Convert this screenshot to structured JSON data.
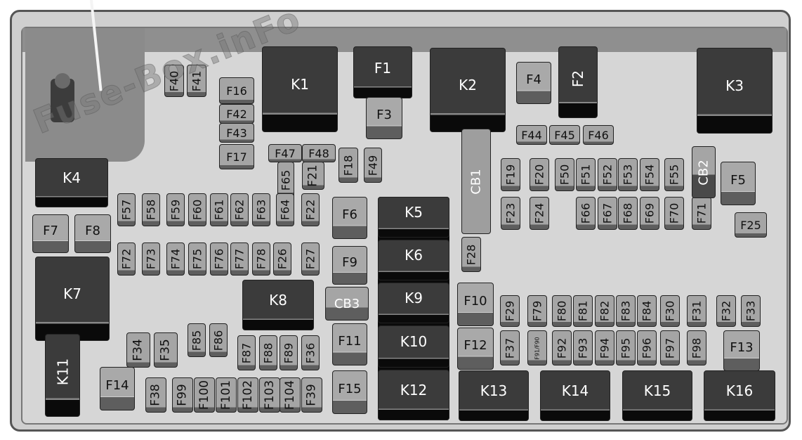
{
  "watermark": "Fuse-Box.inFo",
  "labels": {
    "K1": "K1",
    "K2": "K2",
    "K3": "K3",
    "K4": "K4",
    "K5": "K5",
    "K6": "K6",
    "K7": "K7",
    "K8": "K8",
    "K9": "K9",
    "K10": "K10",
    "K11": "K11",
    "K12": "K12",
    "K13": "K13",
    "K14": "K14",
    "K15": "K15",
    "K16": "K16",
    "F1": "F1",
    "F2": "F2",
    "F3": "F3",
    "F4": "F4",
    "F5": "F5",
    "F6": "F6",
    "F7": "F7",
    "F8": "F8",
    "F9": "F9",
    "F10": "F10",
    "F11": "F11",
    "F12": "F12",
    "F13": "F13",
    "F14": "F14",
    "F15": "F15",
    "F16": "F16",
    "F17": "F17",
    "F18": "F18",
    "F19": "F19",
    "F20": "F20",
    "F21": "F21",
    "F22": "F22",
    "F23": "F23",
    "F24": "F24",
    "F25": "F25",
    "F26": "F26",
    "F27": "F27",
    "F28": "F28",
    "F29": "F29",
    "F30": "F30",
    "F31": "F31",
    "F32": "F32",
    "F33": "F33",
    "F34": "F34",
    "F35": "F35",
    "F36": "F36",
    "F37": "F37",
    "F38": "F38",
    "F39": "F39",
    "F40": "F40",
    "F41": "F41",
    "F42": "F42",
    "F43": "F43",
    "F44": "F44",
    "F45": "F45",
    "F46": "F46",
    "F47": "F47",
    "F48": "F48",
    "F49": "F49",
    "F50": "F50",
    "F51": "F51",
    "F52": "F52",
    "F53": "F53",
    "F54": "F54",
    "F55": "F55",
    "F57": "F57",
    "F58": "F58",
    "F59": "F59",
    "F60": "F60",
    "F61": "F61",
    "F62": "F62",
    "F63": "F63",
    "F64": "F64",
    "F65": "F65",
    "F66": "F66",
    "F67": "F67",
    "F68": "F68",
    "F69": "F69",
    "F70": "F70",
    "F71": "F71",
    "F72": "F72",
    "F73": "F73",
    "F74": "F74",
    "F75": "F75",
    "F76": "F76",
    "F77": "F77",
    "F78": "F78",
    "F79": "F79",
    "F80": "F80",
    "F81": "F81",
    "F82": "F82",
    "F83": "F83",
    "F84": "F84",
    "F85": "F85",
    "F86": "F86",
    "F87": "F87",
    "F88": "F88",
    "F89": "F89",
    "F91F90": "F91/F90",
    "F92": "F92",
    "F93": "F93",
    "F94": "F94",
    "F95": "F95",
    "F96": "F96",
    "F97": "F97",
    "F98": "F98",
    "F99": "F99",
    "F100": "F100",
    "F101": "F101",
    "F102": "F102",
    "F103": "F103",
    "F104": "F104",
    "CB1": "CB1",
    "CB2": "CB2",
    "CB3": "CB3"
  }
}
